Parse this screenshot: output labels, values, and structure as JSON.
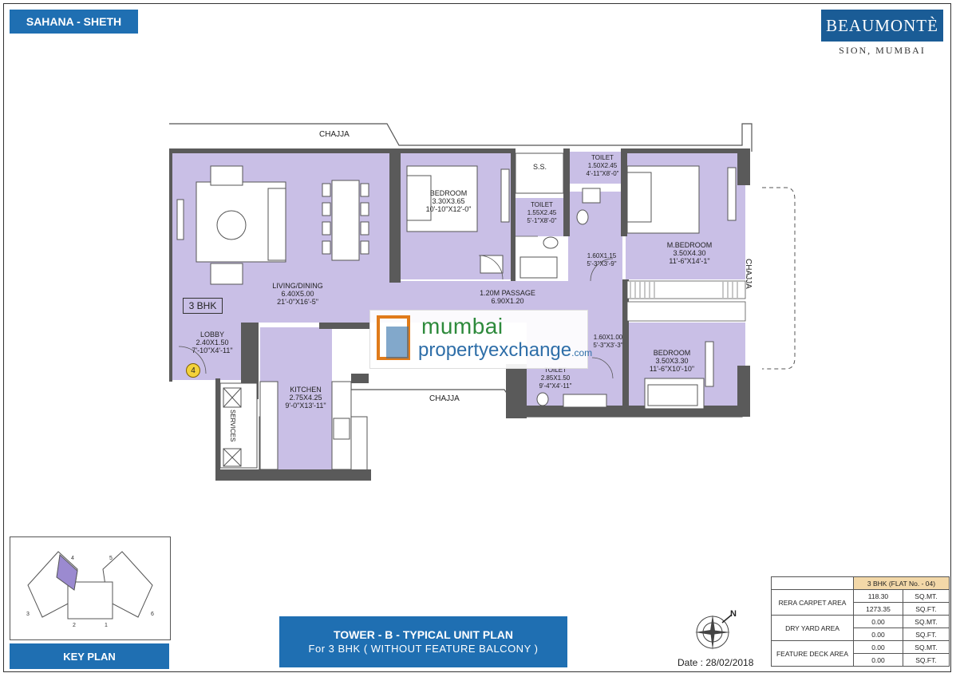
{
  "header": {
    "developer_tag": "SAHANA - SHETH",
    "brand_name": "BEAUMONTÈ",
    "brand_location": "SION, MUMBAI"
  },
  "plan": {
    "chajja_top": "CHAJJA",
    "chajja_right": "CHAJJA",
    "chajja_bottom": "CHAJJA",
    "unit_type": "3 BHK",
    "unit_number": "4",
    "rooms": {
      "living": {
        "name": "LIVING/DINING",
        "metric": "6.40X5.00",
        "imperial": "21'-0\"X16'-5\""
      },
      "bedroom1": {
        "name": "BEDROOM",
        "metric": "3.30X3.65",
        "imperial": "10'-10\"X12'-0\""
      },
      "toilet1": {
        "name": "TOILET",
        "metric": "1.55X2.45",
        "imperial": "5'-1\"X8'-0\""
      },
      "ss": {
        "name": "S.S."
      },
      "toilet2": {
        "name": "TOILET",
        "metric": "1.50X2.45",
        "imperial": "4'-11\"X8'-0\""
      },
      "mbedroom": {
        "name": "M.BEDROOM",
        "metric": "3.50X4.30",
        "imperial": "11'-6\"X14'-1\""
      },
      "passage": {
        "name": "1.20M PASSAGE",
        "metric": "6.90X1.20"
      },
      "nook1": {
        "metric": "1.60X1.15",
        "imperial": "5'-3\"X3'-9\""
      },
      "nook2": {
        "metric": "1.60X1.00",
        "imperial": "5'-3\"X3'-3\""
      },
      "bedroom2": {
        "name": "BEDROOM",
        "metric": "3.50X3.30",
        "imperial": "11'-6\"X10'-10\""
      },
      "toilet3": {
        "name": "TOILET",
        "metric": "2.85X1.50",
        "imperial": "9'-4\"X4'-11\""
      },
      "lobby": {
        "name": "LOBBY",
        "metric": "2.40X1.50",
        "imperial": "7'-10\"X4'-11\""
      },
      "kitchen": {
        "name": "KITCHEN",
        "metric": "2.75X4.25",
        "imperial": "9'-0\"X13'-11\""
      },
      "services": {
        "name": "SERVICES"
      }
    }
  },
  "watermark": {
    "line1": "mumbai",
    "line2": "propertyexchange",
    "suffix": ".com"
  },
  "key_plan": {
    "label": "KEY PLAN",
    "unit_markers": [
      "1",
      "2",
      "3",
      "4",
      "5",
      "6"
    ]
  },
  "title": {
    "line1": "TOWER - B - TYPICAL UNIT PLAN",
    "line2": "For 3 BHK ( WITHOUT FEATURE BALCONY )"
  },
  "date": "Date : 28/02/2018",
  "compass": {
    "label": "N"
  },
  "area_table": {
    "header": "3 BHK     (FLAT No. - 04)",
    "rows": [
      {
        "label": "RERA CARPET AREA",
        "values": [
          {
            "value": "118.30",
            "unit": "SQ.MT."
          },
          {
            "value": "1273.35",
            "unit": "SQ.FT."
          }
        ]
      },
      {
        "label": "DRY YARD AREA",
        "values": [
          {
            "value": "0.00",
            "unit": "SQ.MT."
          },
          {
            "value": "0.00",
            "unit": "SQ.FT."
          }
        ]
      },
      {
        "label": "FEATURE DECK AREA",
        "values": [
          {
            "value": "0.00",
            "unit": "SQ.MT."
          },
          {
            "value": "0.00",
            "unit": "SQ.FT."
          }
        ]
      }
    ]
  },
  "colors": {
    "room_fill": "#c9bfe6",
    "wall": "#5a5a5a",
    "accent_blue": "#1f6fb2",
    "brand_blue": "#1a5c96",
    "table_header": "#f3d8a8"
  }
}
